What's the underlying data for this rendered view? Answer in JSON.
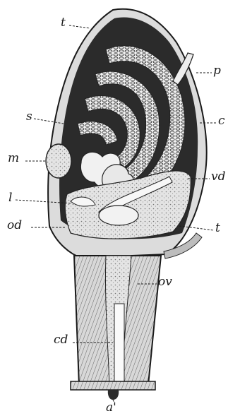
{
  "figure": {
    "labels": {
      "t_top": "t",
      "s": "s",
      "m": "m",
      "l": "l",
      "od": "od",
      "p": "p",
      "c": "c",
      "vd": "vd",
      "t_right": "t",
      "ov": "ov",
      "cd": "cd",
      "a_prime": "a'"
    },
    "colors": {
      "ink": "#1a1a1a",
      "dark_cavity": "#2b2b2b",
      "tissue": "#cfcfcf",
      "light_tissue": "#e9e9e9",
      "paper": "#ffffff"
    }
  }
}
